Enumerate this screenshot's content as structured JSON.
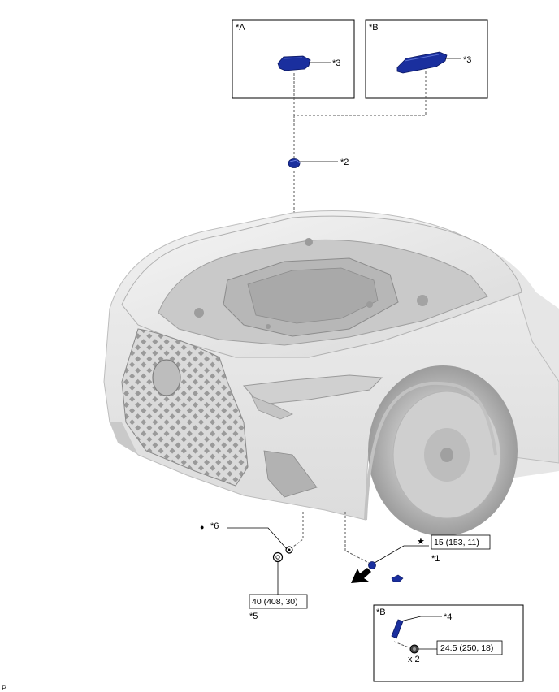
{
  "inset_a": {
    "label": "*A",
    "part_label": "*3"
  },
  "inset_b": {
    "label": "*B",
    "part_label": "*3"
  },
  "callouts": {
    "c1": "*1",
    "c2": "*2",
    "c4": "*4",
    "c5": "*5",
    "c6": "*6"
  },
  "torques": {
    "t1": "15 (153, 11)",
    "t5": "40 (408, 30)",
    "t4": "24.5 (250, 18)"
  },
  "symbols": {
    "star": "★",
    "dot": "●"
  },
  "detail_b": {
    "label": "*B",
    "qty": "x 2"
  },
  "corner_mark": "P",
  "colors": {
    "part_blue": "#1a2f9e",
    "line": "#000000",
    "car_body": "#e2e2e2"
  }
}
